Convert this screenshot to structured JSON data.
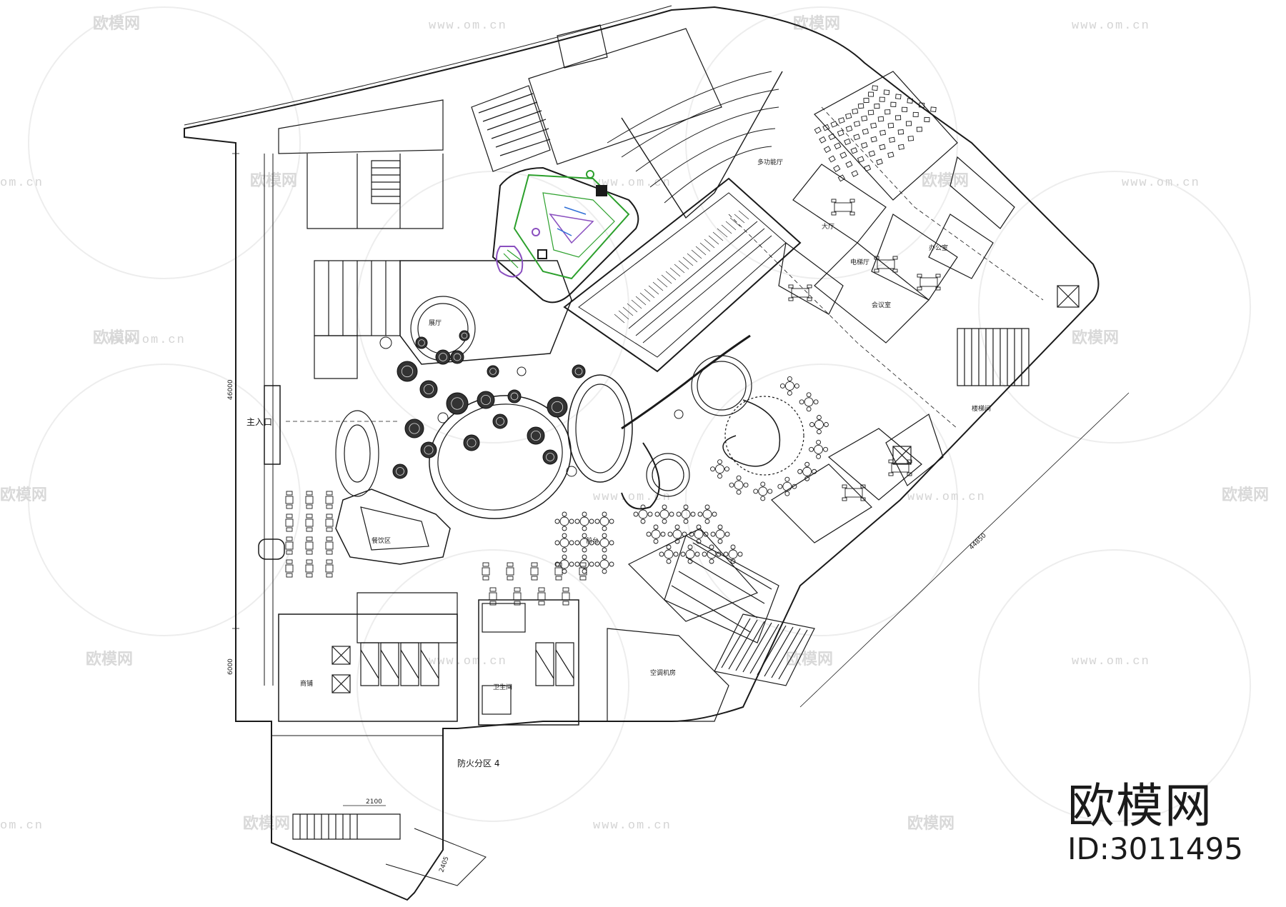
{
  "drawing": {
    "fire_zone_label": "防火分区 4",
    "entrance_label": "主入口",
    "dimensions": [
      "46000",
      "6000",
      "2100",
      "44850",
      "2405"
    ],
    "room_labels": [
      "空调机房",
      "防火分区 4",
      "办公室",
      "会议室",
      "多功能厅",
      "电梯厅",
      "前台",
      "大厅",
      "展厅",
      "楼梯间",
      "卫生间",
      "商铺",
      "餐饮区"
    ]
  },
  "watermark": {
    "brand_cn": "欧模网",
    "url": "www.om.cn",
    "url_short": "om.cn"
  },
  "brand": {
    "name": "欧模网",
    "id_label": "ID:3011495"
  },
  "colors": {
    "line": "#1a1a1a",
    "green": "#2ca02c",
    "purple": "#8a4fbf",
    "blue": "#2f6fd6",
    "watermark": "#d9d9d9"
  }
}
